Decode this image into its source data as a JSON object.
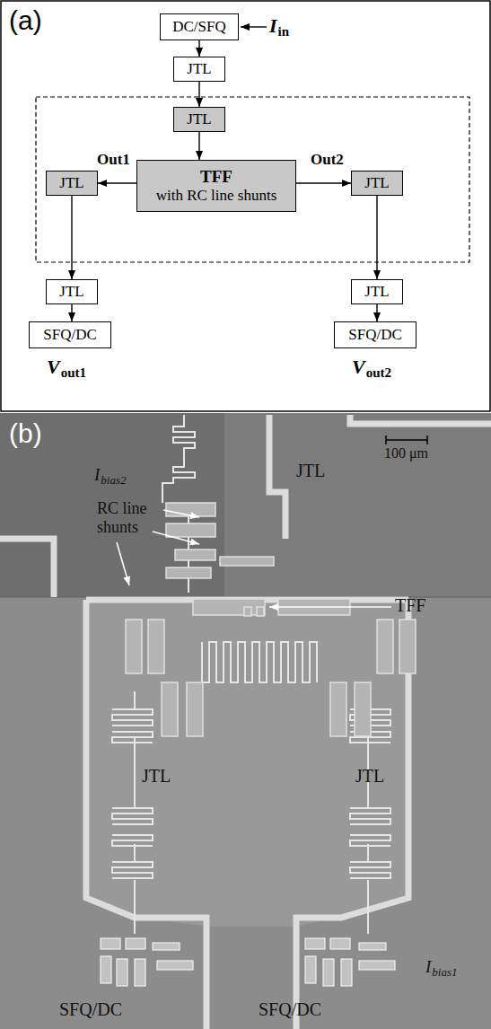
{
  "diagram": {
    "nodes": [
      {
        "text": [
          "DC/SFQ"
        ]
      },
      {
        "text": [
          "JTL"
        ]
      },
      {
        "text": [
          "JTL"
        ]
      },
      {
        "text": [
          "TFF",
          "with RC line shunts"
        ]
      },
      {
        "text": [
          "JTL"
        ]
      },
      {
        "text": [
          "JTL"
        ]
      },
      {
        "text": [
          "JTL"
        ]
      },
      {
        "text": [
          "JTL"
        ]
      },
      {
        "text": [
          "SFQ/DC"
        ]
      },
      {
        "text": [
          "SFQ/DC"
        ]
      }
    ],
    "edges": [
      {
        "from": 0,
        "to": 1,
        "arrow": "to"
      },
      {
        "from": 1,
        "to": 2,
        "arrow": "to"
      },
      {
        "from": 2,
        "to": 3,
        "arrow": "to"
      },
      {
        "from": 3,
        "to": 4,
        "arrow": "to",
        "label": "Out1"
      },
      {
        "from": 3,
        "to": 5,
        "arrow": "to",
        "label": "Out2"
      },
      {
        "from": 4,
        "to": 6,
        "arrow": "to"
      },
      {
        "from": 5,
        "to": 7,
        "arrow": "to"
      },
      {
        "from": 6,
        "to": 8,
        "arrow": "to"
      },
      {
        "from": 7,
        "to": 9,
        "arrow": "to"
      }
    ],
    "labels": [
      "(a)",
      "I",
      "in",
      "V",
      "out1",
      "V",
      "out2",
      "(b)",
      "I",
      "bias2",
      "RC line shunts",
      "JTL",
      "100 μm",
      "TFF",
      "JTL",
      "JTL",
      "I",
      "bias1",
      "SFQ/DC",
      "SFQ/DC"
    ]
  }
}
